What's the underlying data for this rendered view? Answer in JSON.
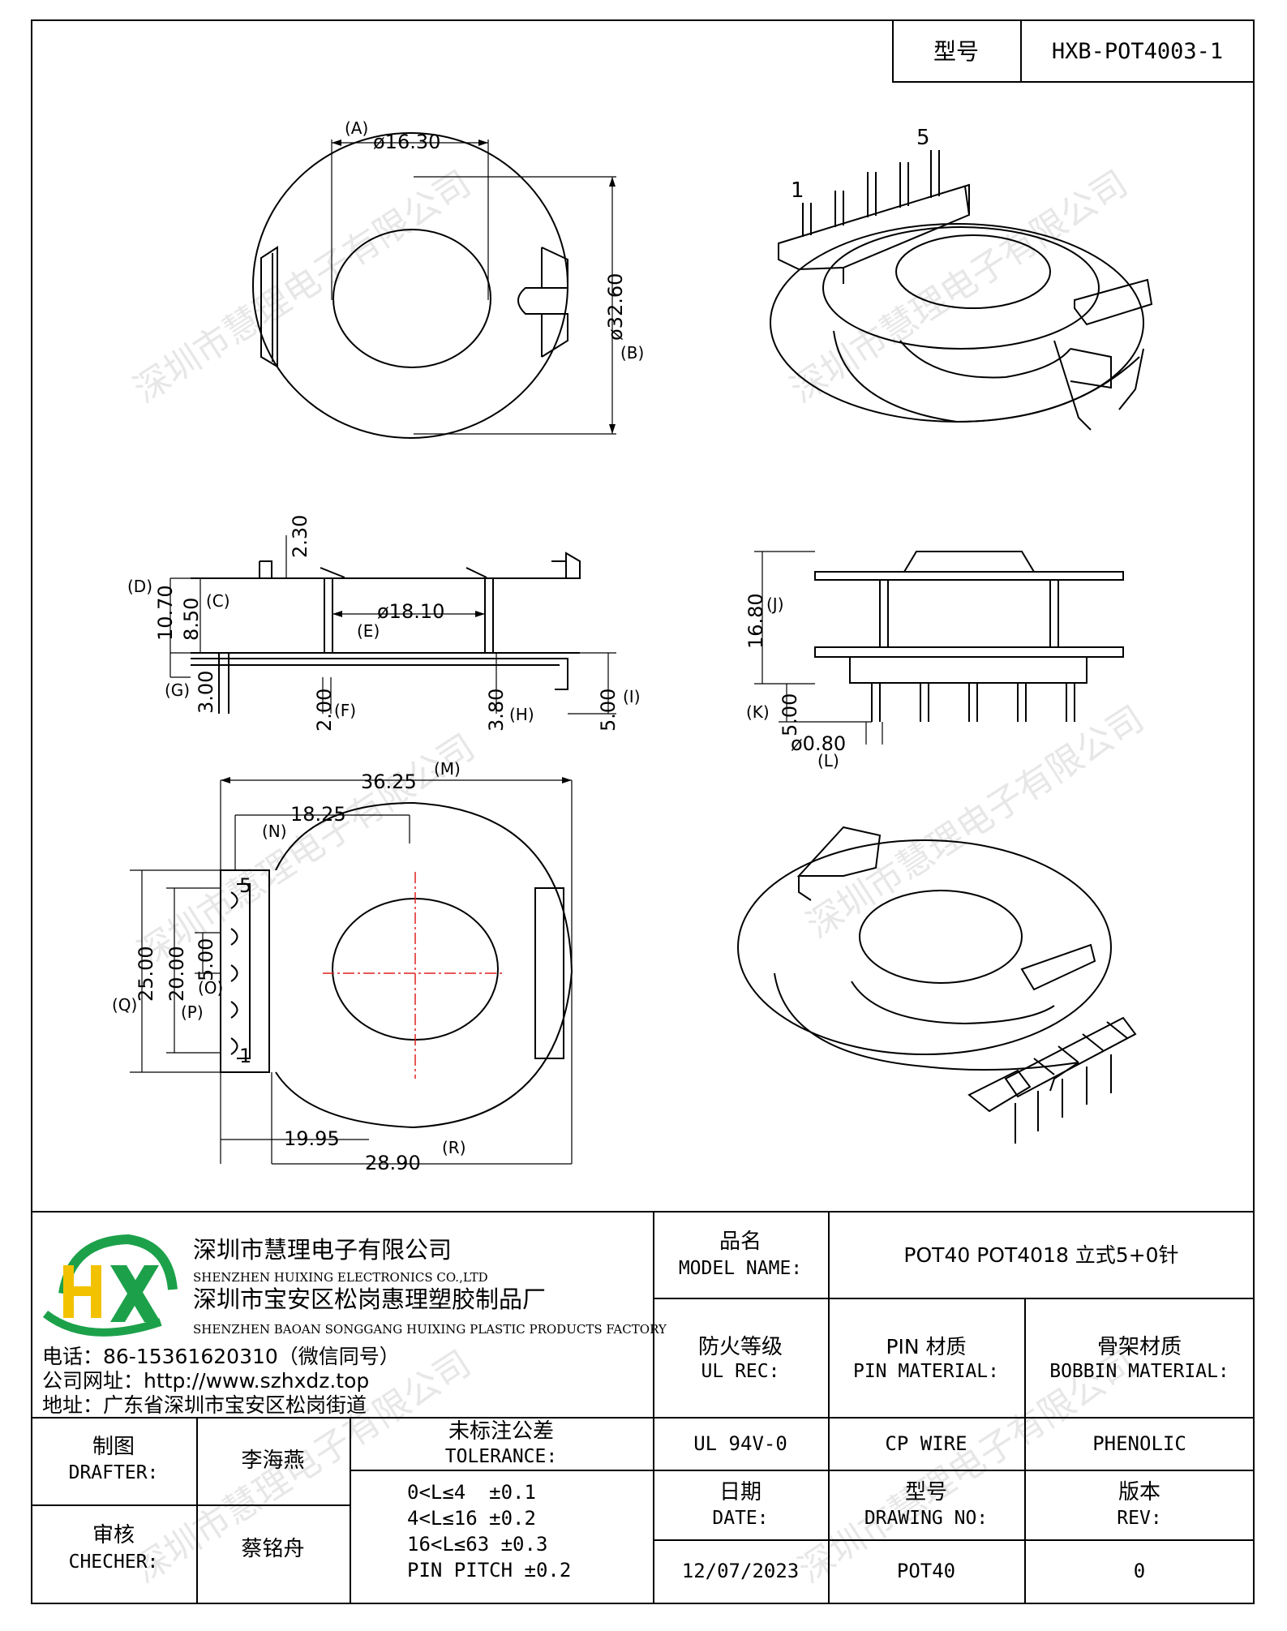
{
  "header": {
    "model_label": "型号",
    "model_value": "HXB-POT4003-1"
  },
  "drawing": {
    "dim_A_value": "ø16.30",
    "dim_A_tag": "(A)",
    "dim_B_value": "ø32.60",
    "dim_B_tag": "(B)",
    "pin_label_1": "1",
    "pin_label_5": "5",
    "dim_D_value": "10.70",
    "dim_D_tag": "(D)",
    "dim_C_value": "8.50",
    "dim_C_tag": "(C)",
    "dim_top_value": "2.30",
    "dim_E_value": "ø18.10",
    "dim_E_tag": "(E)",
    "dim_G_value": "3.00",
    "dim_G_tag": "(G)",
    "dim_F_value": "2.00",
    "dim_F_tag": "(F)",
    "dim_H_value": "3.80",
    "dim_H_tag": "(H)",
    "dim_I_value": "5.00",
    "dim_I_tag": "(I)",
    "dim_J_value": "16.80",
    "dim_J_tag": "(J)",
    "dim_K_value": "5.00",
    "dim_K_tag": "(K)",
    "dim_L_value": "ø0.80",
    "dim_L_tag": "(L)",
    "dim_M_value": "36.25",
    "dim_M_tag": "(M)",
    "dim_N_value": "18.25",
    "dim_N_tag": "(N)",
    "dim_Q_value": "25.00",
    "dim_Q_tag": "(Q)",
    "dim_P_value": "20.00",
    "dim_P_tag": "(P)",
    "dim_O_value": "5.00",
    "dim_O_tag": "(O)",
    "dim_R1_value": "19.95",
    "dim_R_value": "28.90",
    "dim_R_tag": "(R)",
    "bottom_pin_5": "5",
    "bottom_pin_1": "1"
  },
  "watermark": "深圳市慧理电子有限公司",
  "company": {
    "logo_text": "HX",
    "name_cn": "深圳市慧理电子有限公司",
    "name_en": "SHENZHEN HUIXING ELECTRONICS CO.,LTD",
    "factory_cn": "深圳市宝安区松岗惠理塑胶制品厂",
    "factory_en": "SHENZHEN BAOAN SONGGANG HUIXING PLASTIC PRODUCTS FACTORY",
    "phone": "电话：86-15361620310（微信同号）",
    "website": "公司网址：http://www.szhxdz.top",
    "address": "地址：广东省深圳市宝安区松岗街道"
  },
  "title_block": {
    "model_name_cn": "品名",
    "model_name_en": "MODEL NAME:",
    "model_name_value": "POT40 POT4018 立式5+0针",
    "fire_cn": "防火等级",
    "fire_en": "UL REC:",
    "pin_mat_cn": "PIN 材质",
    "pin_mat_en": "PIN MATERIAL:",
    "bobbin_mat_cn": "骨架材质",
    "bobbin_mat_en": "BOBBIN MATERIAL:",
    "fire_value": "UL 94V-0",
    "pin_mat_value": "CP WIRE",
    "bobbin_mat_value": "PHENOLIC",
    "drafter_cn": "制图",
    "drafter_en": "DRAFTER:",
    "drafter_name": "李海燕",
    "checker_cn": "审核",
    "checker_en": "CHECHER:",
    "checker_name": "蔡铭舟",
    "tolerance_cn": "未标注公差",
    "tolerance_en": "TOLERANCE:",
    "tolerance_lines": [
      "0<L≤4  ±0.1",
      "4<L≤16 ±0.2",
      "16<L≤63 ±0.3",
      "PIN PITCH ±0.2"
    ],
    "date_cn": "日期",
    "date_en": "DATE:",
    "date_value": "12/07/2023",
    "drawing_no_cn": "型号",
    "drawing_no_en": "DRAWING NO:",
    "drawing_no_value": "POT40",
    "rev_cn": "版本",
    "rev_en": "REV:",
    "rev_value": "0"
  }
}
